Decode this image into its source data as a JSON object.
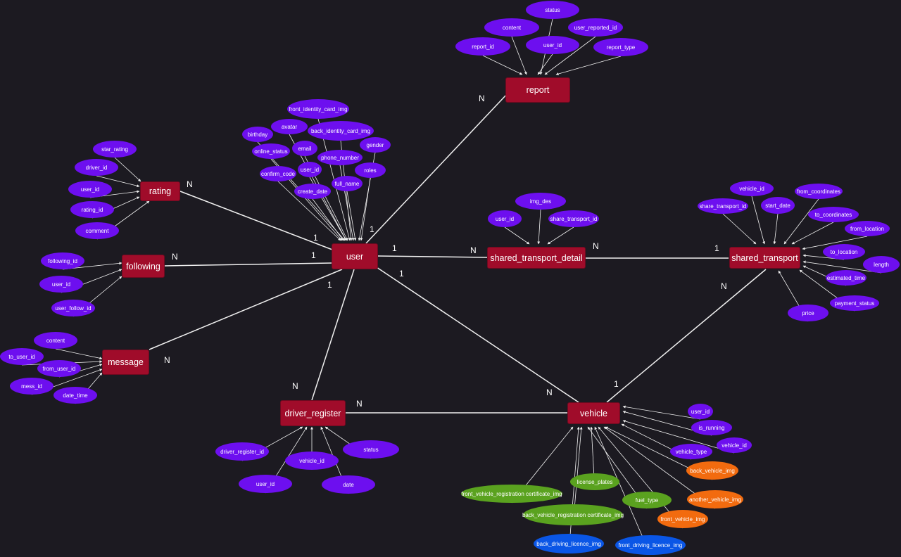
{
  "colors": {
    "background": "#1c1a21",
    "entity": "#a00c2a",
    "attr_purple": "#6d0fef",
    "attr_orange": "#f26b0f",
    "attr_green": "#5aa21f",
    "attr_blue": "#0a56e6",
    "line": "#f0f0f0"
  },
  "entities": {
    "report": "report",
    "rating": "rating",
    "following": "following",
    "message": "message",
    "user": "user",
    "shared_transport_detail": "shared_transport_detail",
    "shared_transport": "shared_transport",
    "driver_register": "driver_register",
    "vehicle": "vehicle"
  },
  "attributes": {
    "report": [
      "status",
      "content",
      "user_reported_id",
      "report_id",
      "user_id",
      "report_type"
    ],
    "rating": [
      "star_rating",
      "driver_id",
      "user_id",
      "rating_id",
      "comment"
    ],
    "following": [
      "following_id",
      "user_id",
      "user_follow_id"
    ],
    "message": [
      "content",
      "to_user_id",
      "from_user_id",
      "mess_id",
      "date_time"
    ],
    "user": [
      "front_identity_card_img",
      "birthday",
      "avatar",
      "back_identity_card_img",
      "online_status",
      "email",
      "gender",
      "phone_number",
      "confirm_code",
      "user_id",
      "roles",
      "full_name",
      "create_date"
    ],
    "shared_transport_detail": [
      "img_des",
      "user_id",
      "share_transport_id"
    ],
    "shared_transport": [
      "vehicle_id",
      "from_coordinates",
      "share_transport_id",
      "start_date",
      "to_coordinates",
      "from_location",
      "to_location",
      "length",
      "estimated_time",
      "payment_status",
      "price"
    ],
    "driver_register": [
      "status",
      "driver_register_id",
      "vehicle_id",
      "user_id",
      "date"
    ],
    "vehicle": [
      "user_id",
      "is_running",
      "vehicle_id",
      "vehicle_type",
      "back_vehicle_img",
      "license_plates",
      "front_vehicle_registration certificate_img",
      "fuel_type",
      "another_vehicle_img",
      "back_vehicle_registration certificate_img",
      "front_vehicle_img",
      "back_driving_licence_img",
      "front_driving_licence_img"
    ]
  },
  "cardinalities": {
    "rating_n": "N",
    "rating_user_1": "1",
    "following_n": "N",
    "following_user_1": "1",
    "message_n": "N",
    "message_user_1": "1",
    "report_n": "N",
    "report_user_1": "1",
    "std_user_1": "1",
    "std_n_left": "N",
    "std_n_right": "N",
    "st_1": "1",
    "st_n": "N",
    "vehicle_st_1": "1",
    "dr_n_top": "N",
    "dr_n_right": "N",
    "vehicle_n": "N",
    "vehicle_user_1": "1"
  }
}
